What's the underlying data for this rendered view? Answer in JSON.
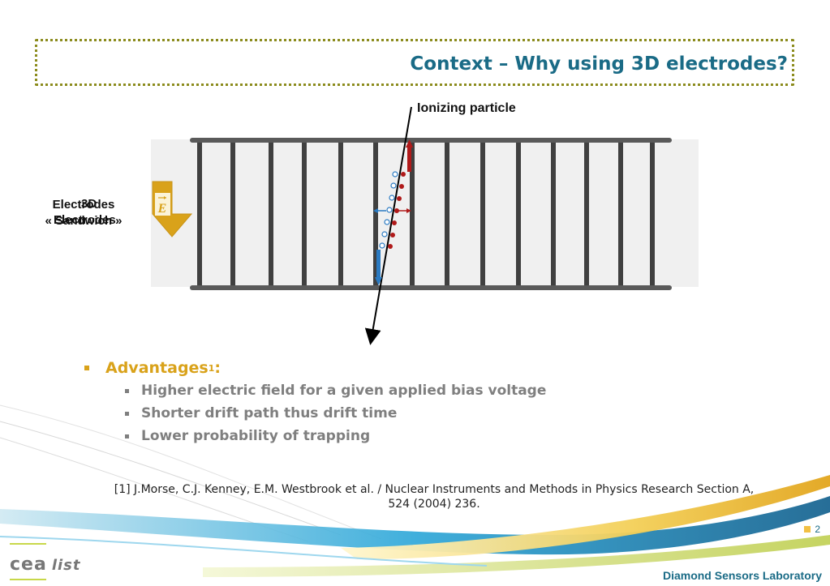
{
  "title": "Context – Why using 3D electrodes?",
  "diagram": {
    "particle_label": "Ionizing particle",
    "left_label_line1": "Electrodes",
    "left_label_line2": "« Sandwich »",
    "overlay_label_1": "3D",
    "overlay_label_2": "Electrodes",
    "field_symbol": "E"
  },
  "bullets": {
    "heading": "Advantages",
    "heading_sup": "1",
    "heading_colon": ":",
    "items": [
      "Higher electric field for a given applied bias voltage",
      "Shorter drift path thus drift time",
      "Lower probability of trapping"
    ]
  },
  "reference": {
    "line1": "[1] J.Morse, C.J. Kenney, E.M. Westbrook et al. / Nuclear Instruments and Methods in Physics Research Section A,",
    "line2": "524 (2004) 236."
  },
  "page_number": "2",
  "footer": {
    "lab": "Diamond Sensors Laboratory",
    "logo_text": "cea",
    "logo_suffix": "list"
  },
  "colors": {
    "title": "#1a6b86",
    "accent": "#d9a21a",
    "electrode": "#404040",
    "electron": "#2a7ac2",
    "hole": "#b01a1a"
  }
}
